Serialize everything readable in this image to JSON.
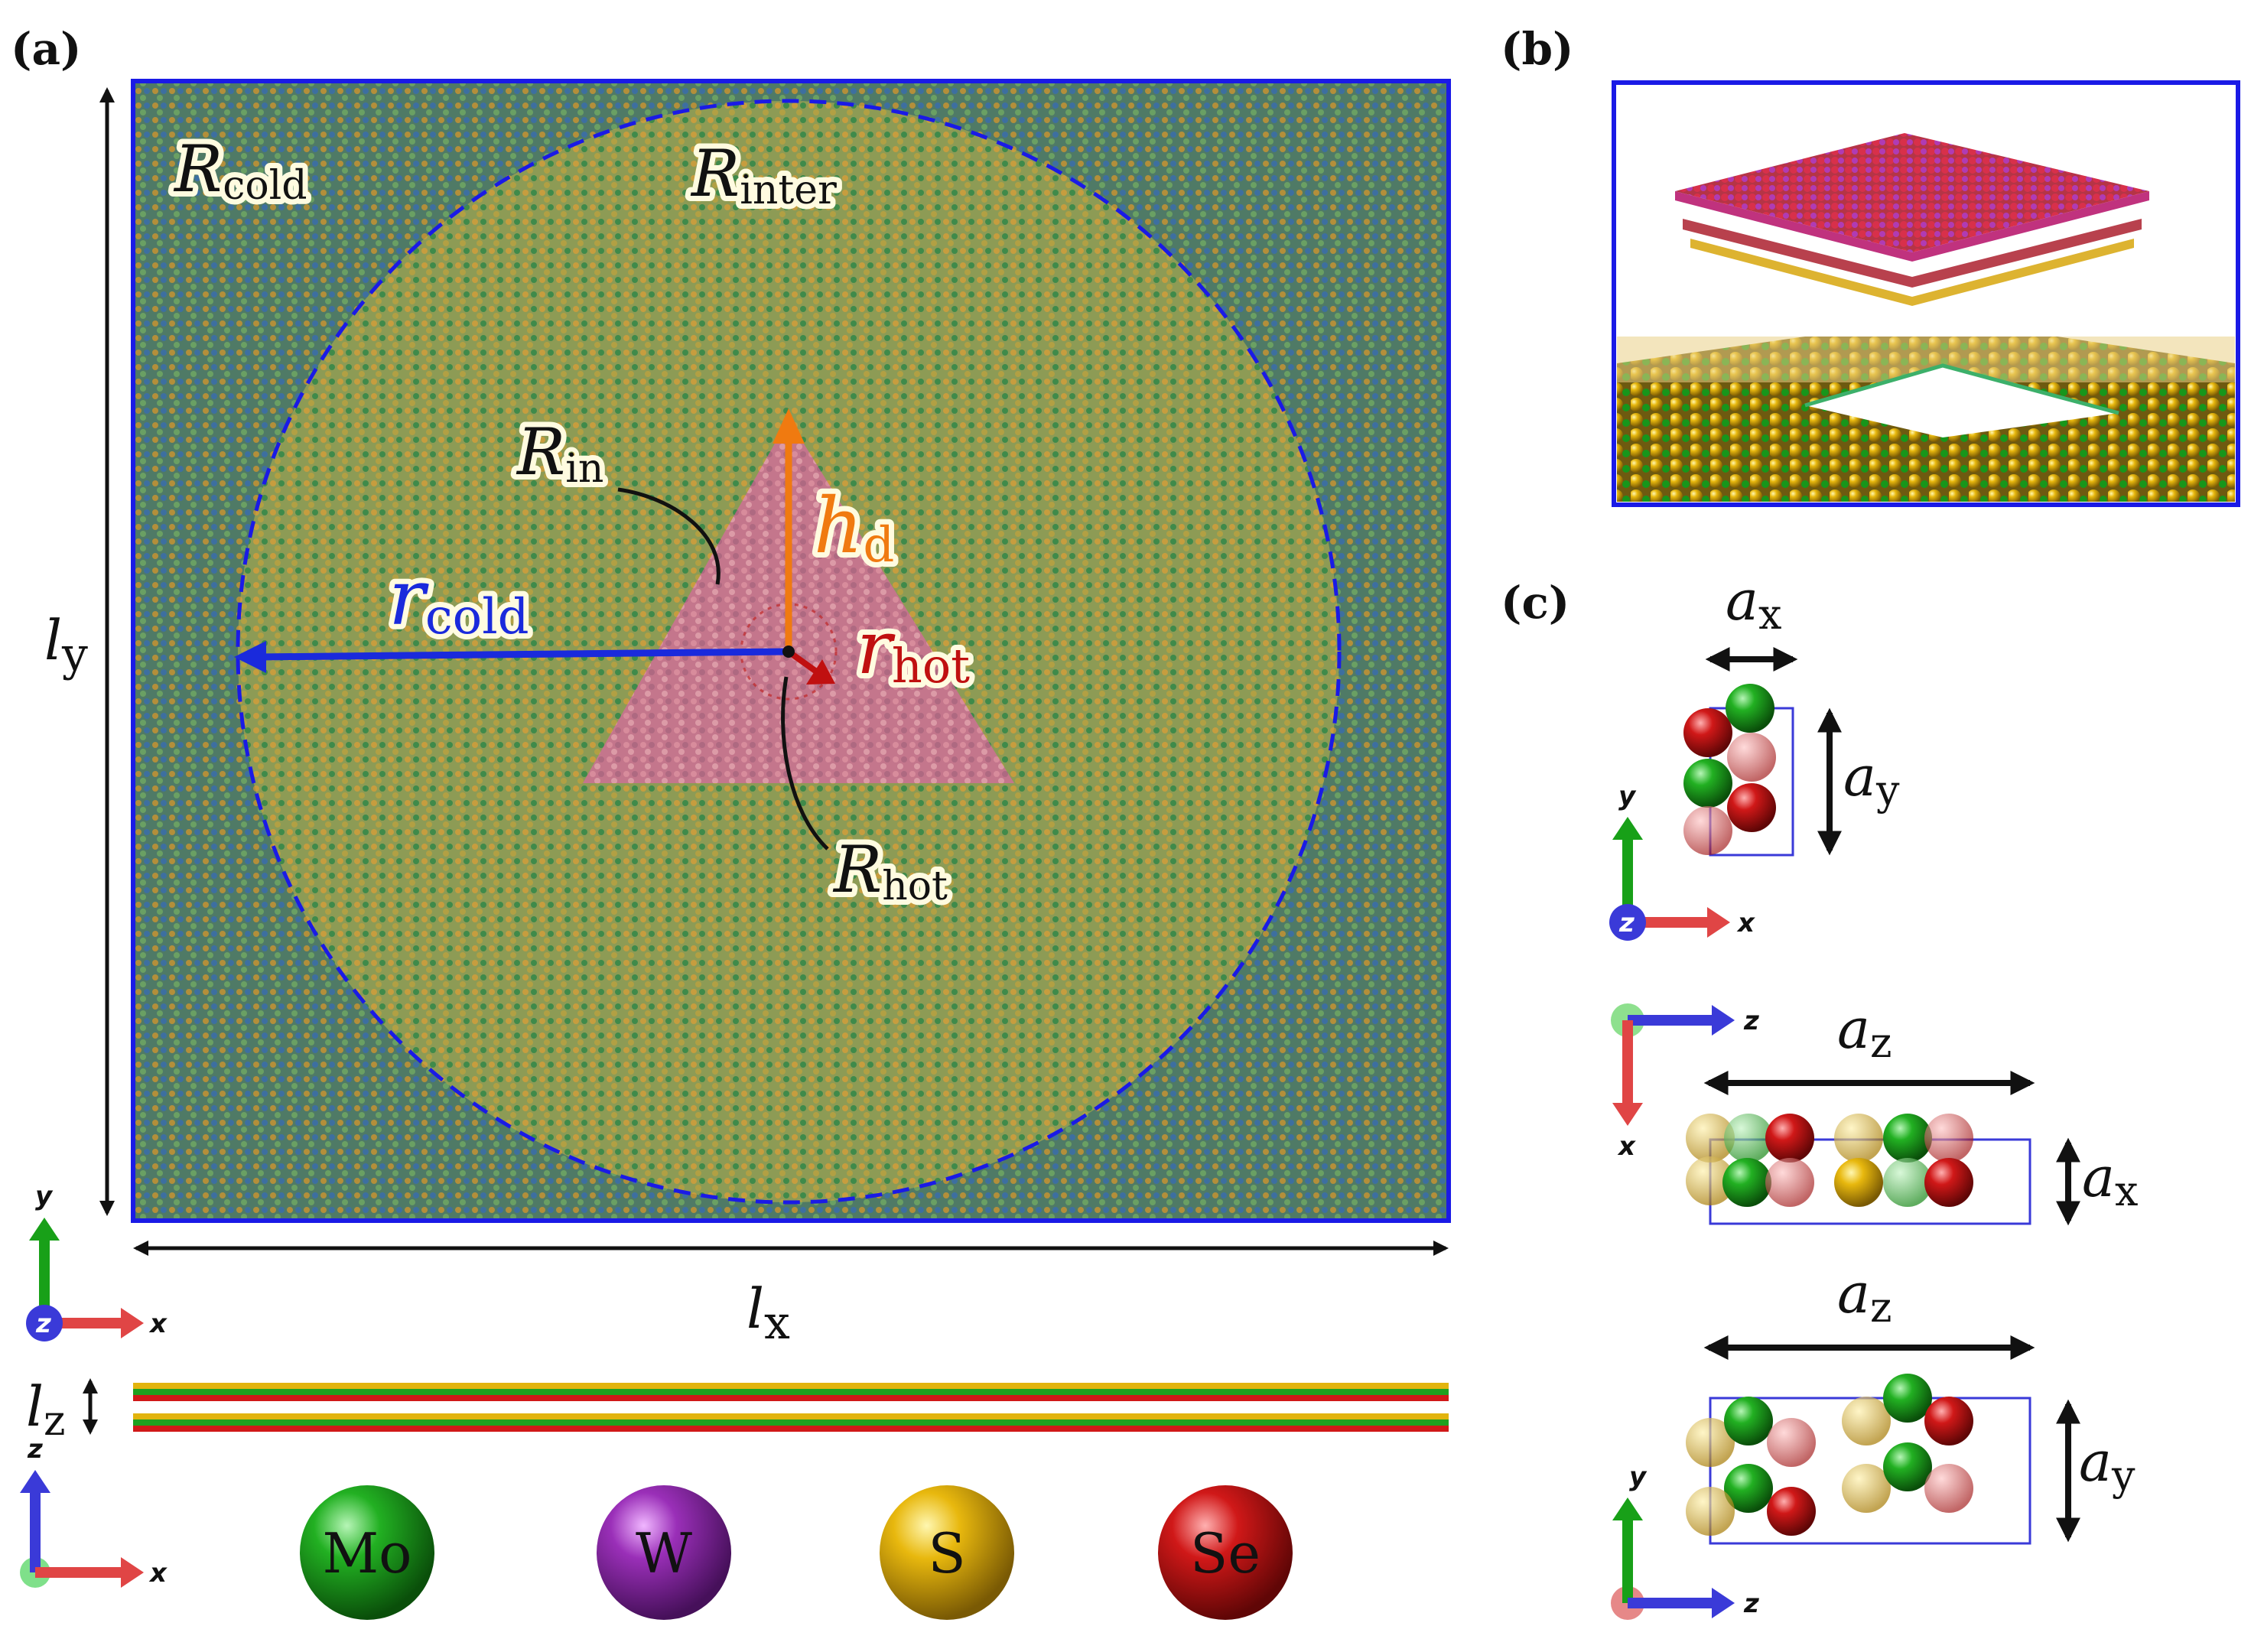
{
  "panels": {
    "a": "(a)",
    "b": "(b)",
    "c": "(c)"
  },
  "regions": {
    "cold": {
      "main": "R",
      "sub": "cold"
    },
    "inter": {
      "main": "R",
      "sub": "inter"
    },
    "in": {
      "main": "R",
      "sub": "in"
    },
    "hot": {
      "main": "R",
      "sub": "hot"
    }
  },
  "radii": {
    "r_cold": {
      "main": "r",
      "sub": "cold"
    },
    "r_hot": {
      "main": "r",
      "sub": "hot"
    },
    "h_d": {
      "main": "h",
      "sub": "d"
    }
  },
  "box_dims": {
    "lx": {
      "main": "l",
      "sub": "x"
    },
    "ly": {
      "main": "l",
      "sub": "y"
    },
    "lz": {
      "main": "l",
      "sub": "z"
    }
  },
  "cell_dims": {
    "ax": {
      "main": "a",
      "sub": "x"
    },
    "ay": {
      "main": "a",
      "sub": "y"
    },
    "az": {
      "main": "a",
      "sub": "z"
    }
  },
  "axes": {
    "x": "x",
    "y": "y",
    "z": "z"
  },
  "legend": [
    {
      "label": "Mo",
      "color": "#1fa01f"
    },
    {
      "label": "W",
      "color": "#9a2fb8"
    },
    {
      "label": "S",
      "color": "#e2b40e"
    },
    {
      "label": "Se",
      "color": "#d01818"
    }
  ],
  "colors": {
    "frame": "#1a1ae6",
    "cold_tint": "#4d7560",
    "inter_tint": "#8a9a52",
    "hot_tint": "#c8708a",
    "r_cold_arrow": "#1a2adc",
    "r_hot_arrow": "#c01010",
    "h_d_arrow": "#f07a10",
    "axis_x": "#e04545",
    "axis_y": "#18a018",
    "axis_z": "#3a3ad8"
  }
}
